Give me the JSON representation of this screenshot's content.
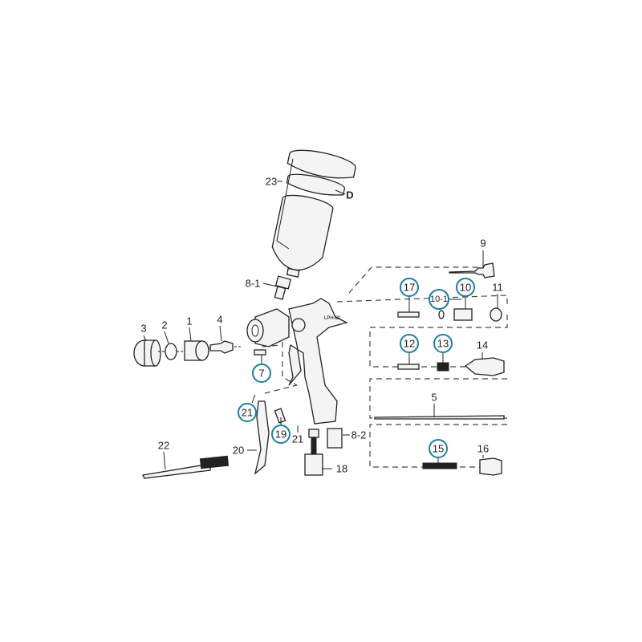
{
  "diagram": {
    "accent_color": "#1b7fa0",
    "labels": {
      "p23": {
        "text": "23",
        "circled": false
      },
      "pD": {
        "text": "D",
        "circled": false
      },
      "p9": {
        "text": "9",
        "circled": false
      },
      "p8_1": {
        "text": "8-1",
        "circled": false
      },
      "p17": {
        "text": "17",
        "circled": true
      },
      "p10": {
        "text": "10",
        "circled": true
      },
      "p10_1": {
        "text": "10-1",
        "circled": true
      },
      "p11": {
        "text": "11",
        "circled": false
      },
      "p3": {
        "text": "3",
        "circled": false
      },
      "p2": {
        "text": "2",
        "circled": false
      },
      "p1": {
        "text": "1",
        "circled": false
      },
      "p4": {
        "text": "4",
        "circled": false
      },
      "p12": {
        "text": "12",
        "circled": true
      },
      "p13": {
        "text": "13",
        "circled": true
      },
      "p14": {
        "text": "14",
        "circled": false
      },
      "p7": {
        "text": "7",
        "circled": true
      },
      "p5": {
        "text": "5",
        "circled": false
      },
      "p21a": {
        "text": "21",
        "circled": true
      },
      "p19": {
        "text": "19",
        "circled": true
      },
      "p21b": {
        "text": "21",
        "circled": false
      },
      "p20": {
        "text": "20",
        "circled": false
      },
      "p8_2": {
        "text": "8-2",
        "circled": false
      },
      "p22": {
        "text": "22",
        "circled": false
      },
      "p15": {
        "text": "15",
        "circled": true
      },
      "p16": {
        "text": "16",
        "circled": false
      },
      "p18": {
        "text": "18",
        "circled": false
      }
    },
    "gun_marking": "LPH-80"
  }
}
